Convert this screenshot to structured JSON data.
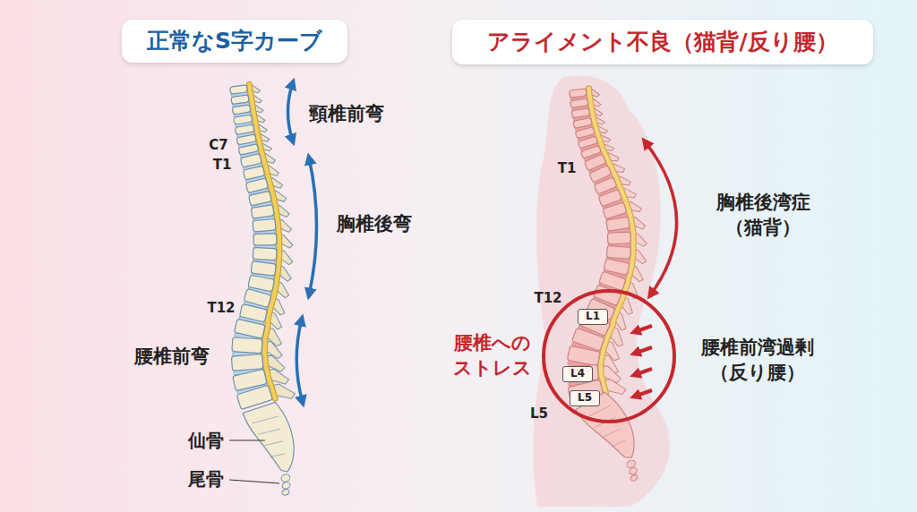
{
  "diagram": {
    "nodes": [
      {
        "text": [
          "正常なS字カーブ"
        ]
      },
      {
        "text": [
          "アライメント不良（猫背/反り腰）"
        ]
      },
      {
        "text": [
          "L1"
        ]
      },
      {
        "text": [
          "L4"
        ]
      },
      {
        "text": [
          "L5"
        ]
      }
    ],
    "labels": [
      "頸椎前弯",
      "C7",
      "T1",
      "胸椎後弯",
      "T12",
      "腰椎前弯",
      "仙骨",
      "尾骨",
      "T1",
      "胸椎後湾症 （猫背）",
      "T12",
      "腰椎への ストレス",
      "腰椎前湾過剰 （反り腰）",
      "L5"
    ]
  }
}
